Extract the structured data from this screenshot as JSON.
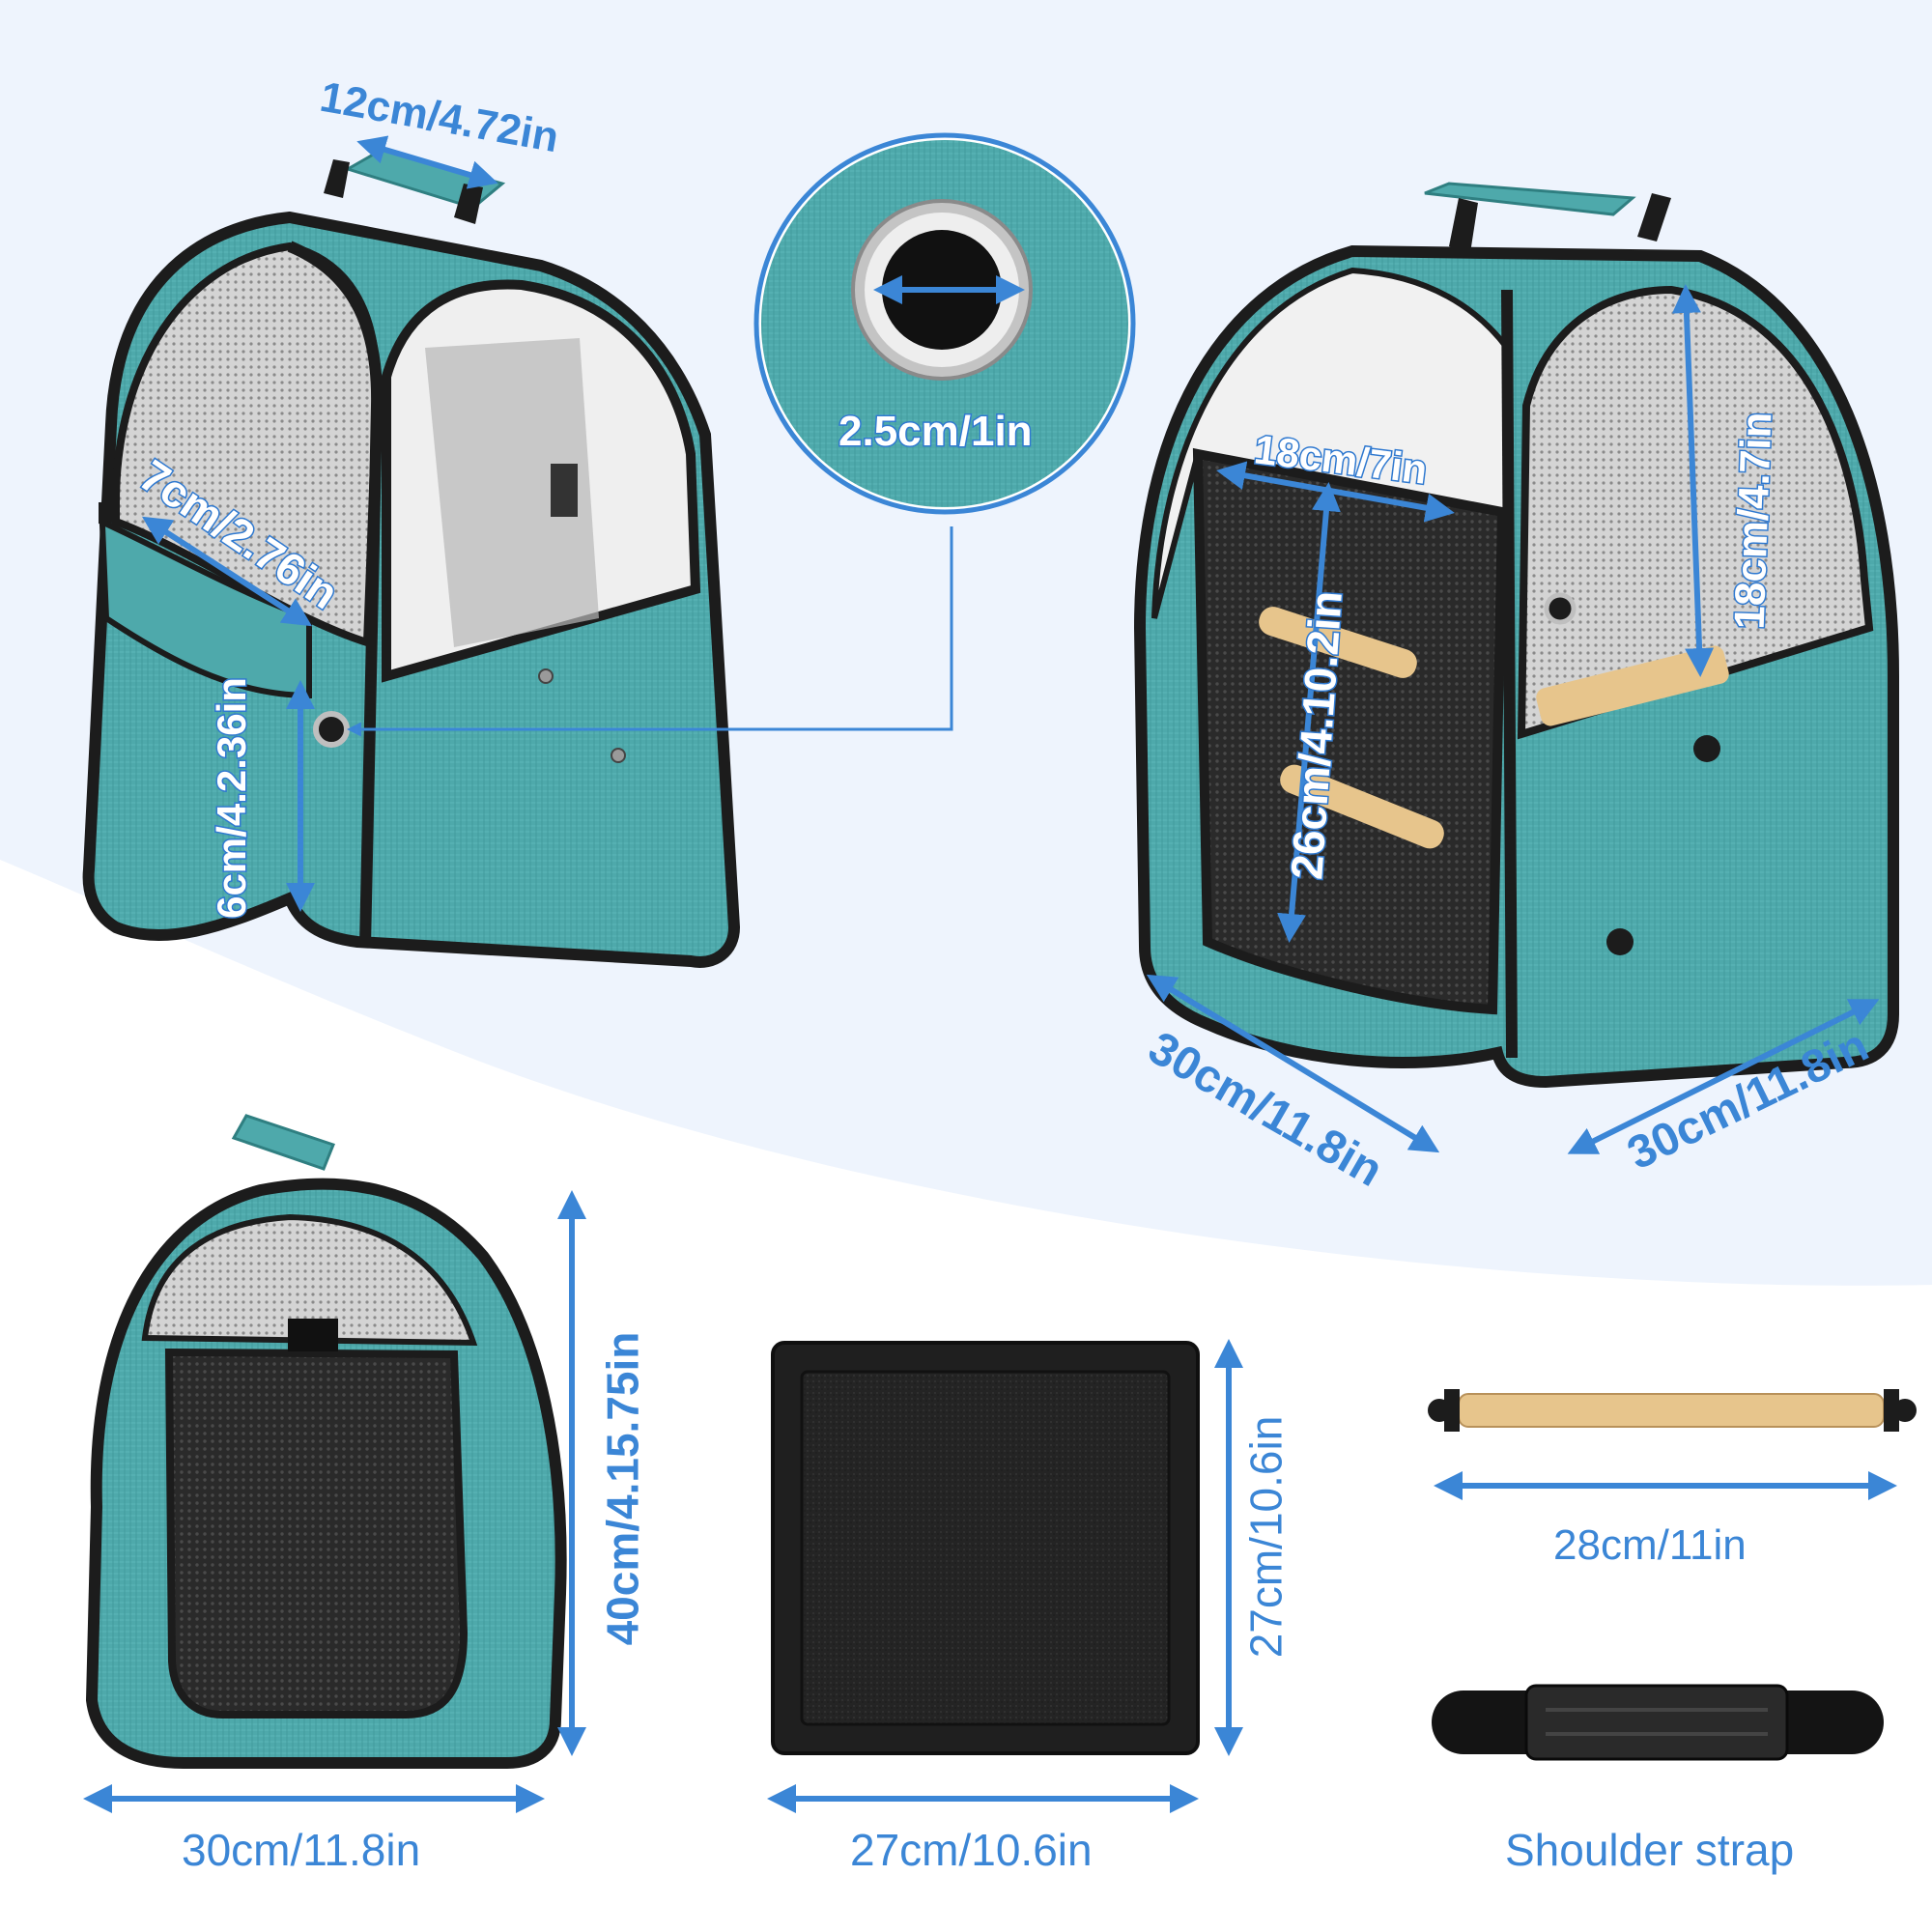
{
  "colors": {
    "accent_blue": "#3b86d6",
    "teal_fabric": "#4ea9ab",
    "teal_dark": "#3a8f91",
    "frame_black": "#1c1c1c",
    "mesh_gray": "#c9c9c9",
    "background_curve": "#eef4fd",
    "perch_wood": "#e7c58c"
  },
  "dimensions": {
    "handle_width": "12cm/4.72in",
    "grommet_diameter": "2.5cm/1in",
    "pocket_width": "7cm/2.76in",
    "pocket_height": "6cm/4.2.36in",
    "door_width": "18cm/7in",
    "door_height": "26cm/4.10.2in",
    "window_height": "18cm/4.7in",
    "base_left": "30cm/11.8in",
    "base_right": "30cm/11.8in",
    "carrier_height": "40cm/4.15.75in",
    "carrier_width": "30cm/11.8in",
    "tray_height": "27cm/10.6in",
    "tray_width": "27cm/10.6in",
    "perch_length": "28cm/11in"
  },
  "accessories": {
    "strap_label": "Shoulder strap"
  },
  "icons": [
    "double-arrow-icon",
    "grommet-icon",
    "perch-knob-icon"
  ]
}
